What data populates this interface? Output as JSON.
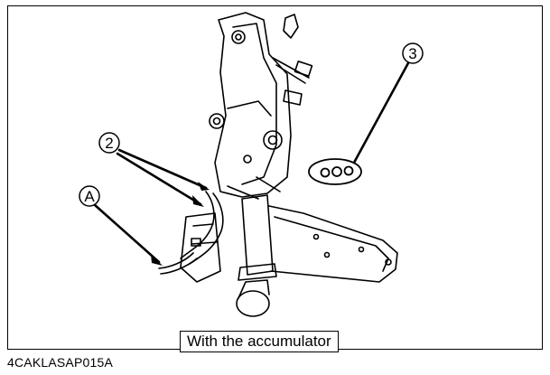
{
  "figure": {
    "caption": "With the accumulator",
    "code": "4CAKLASAP015A"
  },
  "callouts": {
    "two": "2",
    "three": "3",
    "a": "A"
  }
}
